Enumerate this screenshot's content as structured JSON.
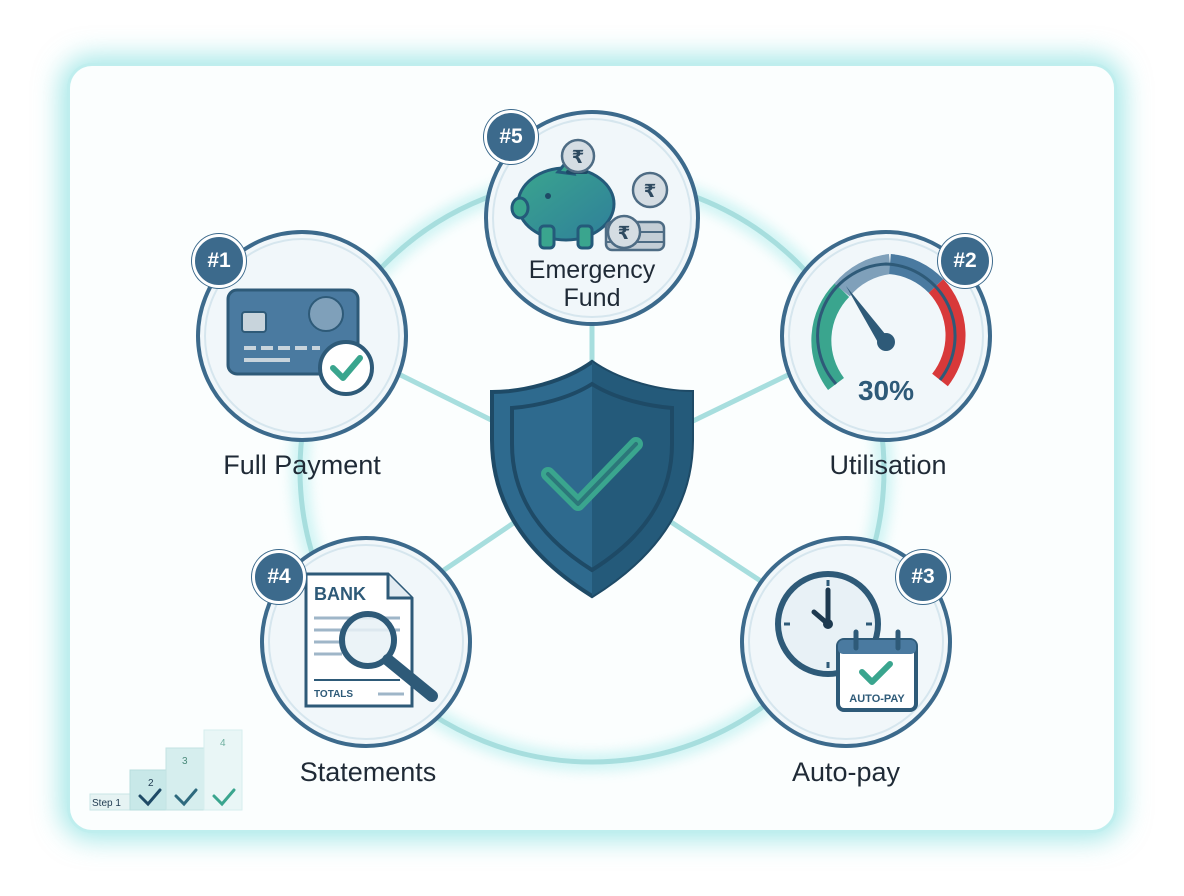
{
  "nodes": {
    "emergency_fund": {
      "badge": "#5",
      "title_line1": "Emergency",
      "title_line2": "Fund",
      "currency_symbol": "₹"
    },
    "full_payment": {
      "badge": "#1",
      "title": "Full Payment"
    },
    "utilisation": {
      "badge": "#2",
      "title": "Utilisation",
      "gauge_value": "30%"
    },
    "auto_pay": {
      "badge": "#3",
      "title": "Auto-pay",
      "calendar_label": "AUTO-PAY"
    },
    "statements": {
      "badge": "#4",
      "title": "Statements",
      "doc_header": "BANK",
      "doc_footer": "TOTALS"
    }
  },
  "steps": {
    "labels": [
      "Step 1",
      "2",
      "3",
      "4"
    ]
  },
  "colors": {
    "navy": "#2e5a78",
    "teal": "#3aa58e",
    "ring": "#9fdcdc",
    "gauge_red": "#d8393a",
    "gauge_green": "#3aa58e",
    "gauge_blue": "#4a7aa0"
  }
}
